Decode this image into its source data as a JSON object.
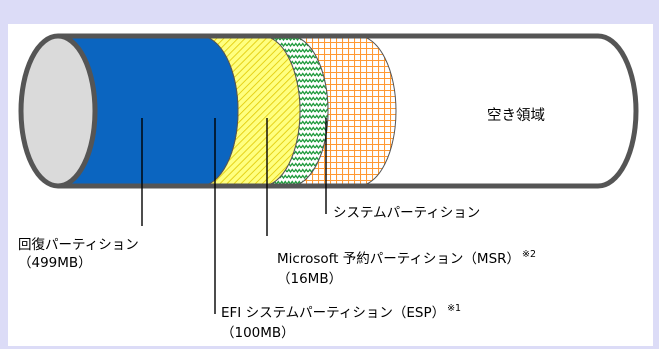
{
  "diagram": {
    "free_space_label": "空き領域",
    "partitions": [
      {
        "id": "recovery",
        "line1": "回復パーティション",
        "line2": "（499MB）",
        "note": "",
        "fill": "#0b65c0"
      },
      {
        "id": "efi",
        "line1": "EFI システムパーティション（ESP）",
        "line2": "（100MB）",
        "note": "※1",
        "fill": "#ffff66"
      },
      {
        "id": "msr",
        "line1": "Microsoft 予約パーティション（MSR）",
        "line2": "（16MB）",
        "note": "※2",
        "fill": "#1e9a3c"
      },
      {
        "id": "system",
        "line1": "システムパーティション",
        "line2": "",
        "note": "",
        "fill": "#ffaa55"
      }
    ],
    "colors": {
      "background": "#dcdcf7",
      "outline": "#555555",
      "end_cap": "#dadada"
    }
  }
}
